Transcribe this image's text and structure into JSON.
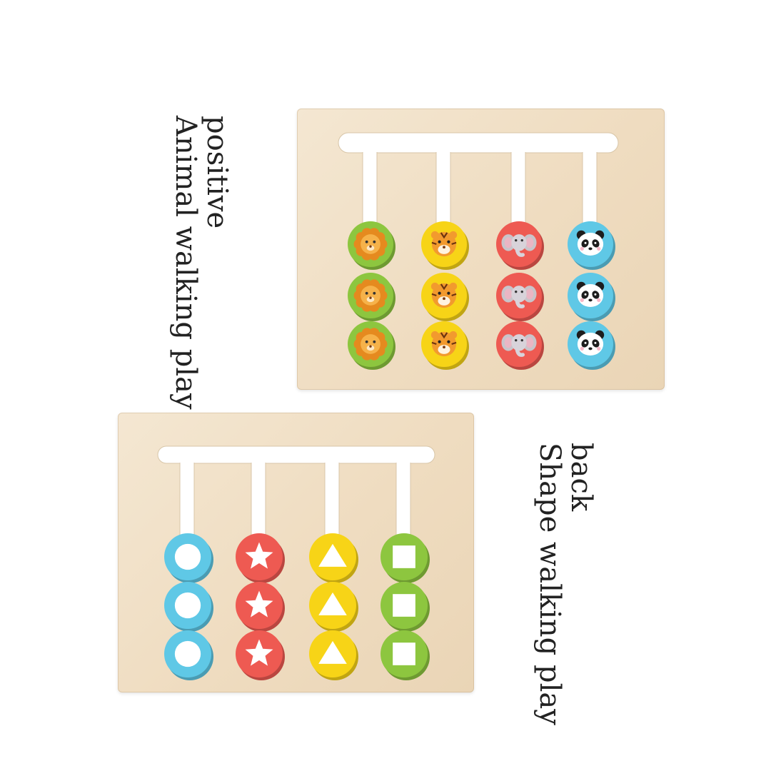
{
  "front": {
    "label_line1": "positive",
    "label_line2": "Animal walking play",
    "columns": [
      {
        "animal": "lion",
        "color": "#8dc63f"
      },
      {
        "animal": "tiger",
        "color": "#f7d417"
      },
      {
        "animal": "elephant",
        "color": "#ee5a52"
      },
      {
        "animal": "panda",
        "color": "#5fc8e6"
      }
    ],
    "pieces_per_column": 3
  },
  "back": {
    "label_line1": "back",
    "label_line2": "Shape walking play",
    "columns": [
      {
        "shape": "circle",
        "color": "#5fc8e6"
      },
      {
        "shape": "star",
        "color": "#ee5a52"
      },
      {
        "shape": "triangle",
        "color": "#f7d417"
      },
      {
        "shape": "square",
        "color": "#8dc63f"
      }
    ],
    "pieces_per_column": 3
  }
}
